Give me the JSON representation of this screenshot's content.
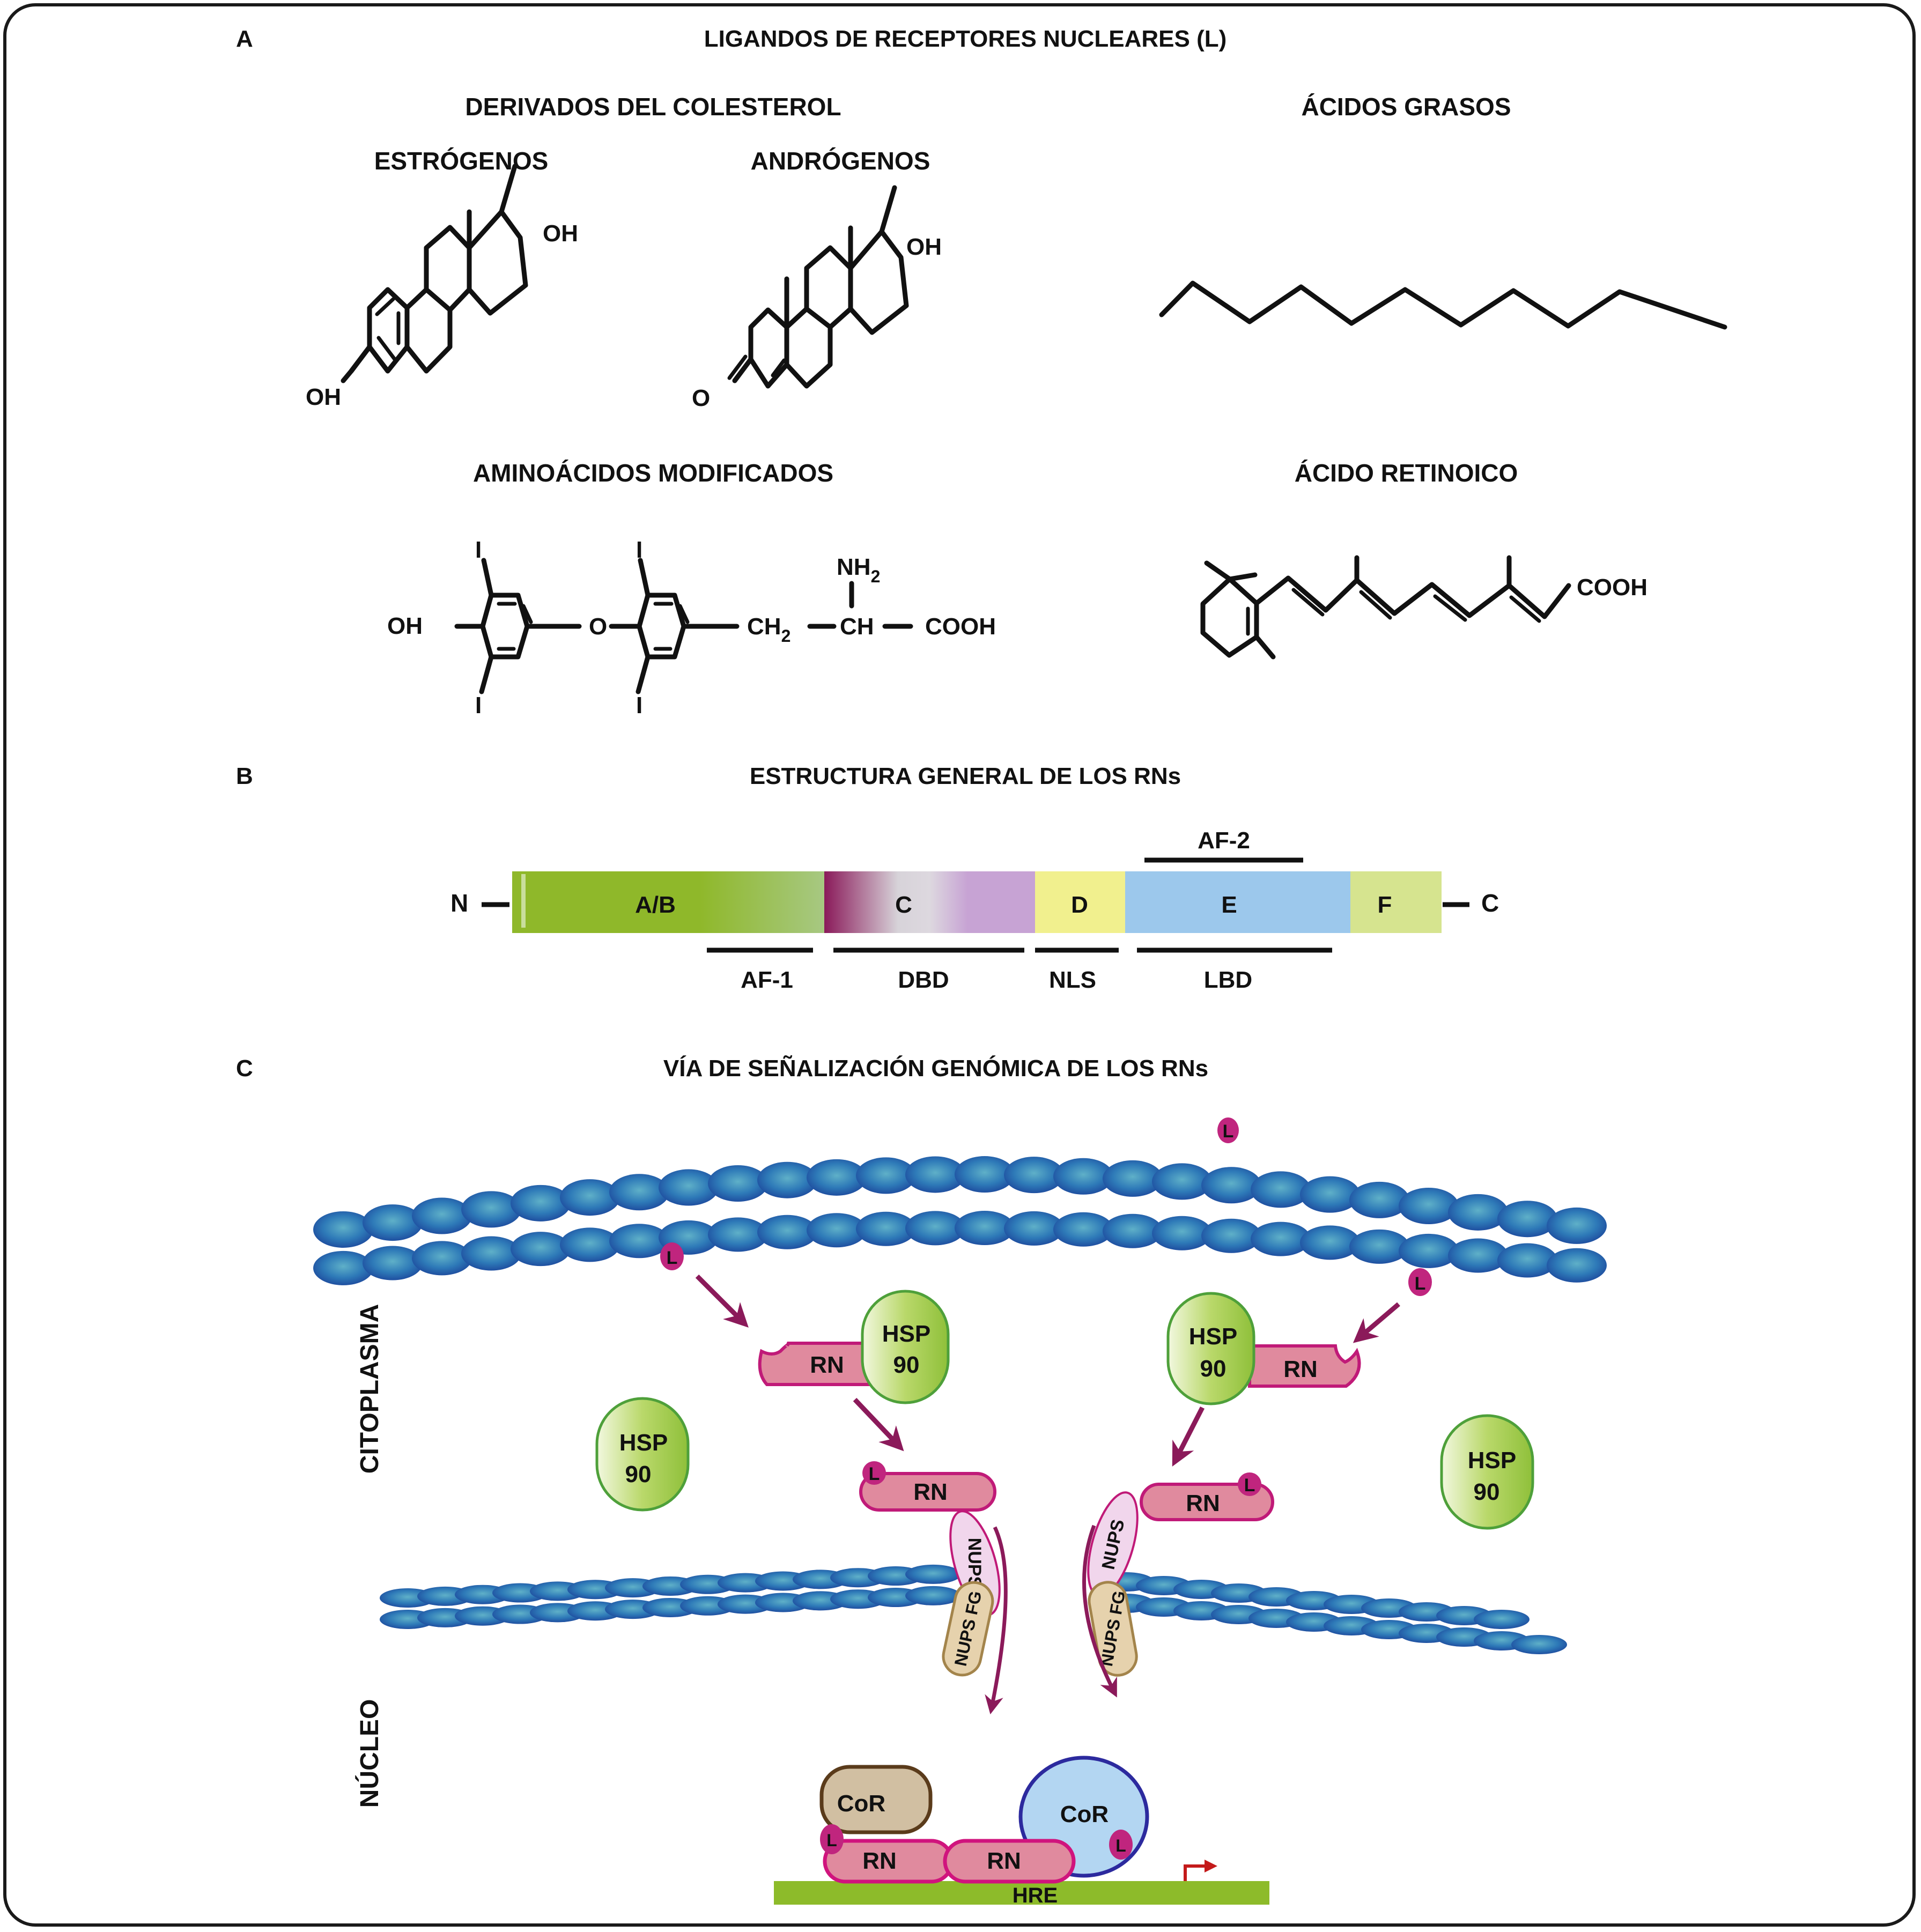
{
  "panel_a": {
    "letter": "A",
    "title": "LIGANDOS DE RECEPTORES NUCLEARES (L)",
    "groups": {
      "cholesterol_derivatives": "DERIVADOS DEL COLESTEROL",
      "estrogens": "ESTRÓGENOS",
      "androgens": "ANDRÓGENOS",
      "fatty_acids": "ÁCIDOS GRASOS",
      "modified_amino_acids": "AMINOÁCIDOS MODIFICADOS",
      "retinoic_acid": "ÁCIDO RETINOICO"
    },
    "atoms": {
      "oh": "OH",
      "o": "O",
      "i": "I",
      "nh": "NH",
      "sub2": "2",
      "ch": "CH",
      "cooh": "COOH"
    }
  },
  "panel_b": {
    "letter": "B",
    "title": "ESTRUCTURA GENERAL DE LOS RNs",
    "n_terminus": "N",
    "c_terminus": "C",
    "domains": [
      {
        "label": "A/B",
        "color": "#8fb82a"
      },
      {
        "label": "C",
        "color": "#c7a3d4"
      },
      {
        "label": "D",
        "color": "#f1f08e"
      },
      {
        "label": "E",
        "color": "#9cc8ec"
      },
      {
        "label": "F",
        "color": "#d6e48f"
      }
    ],
    "top_regions": [
      {
        "label": "AF-2"
      }
    ],
    "bottom_regions": [
      {
        "label": "AF-1"
      },
      {
        "label": "DBD"
      },
      {
        "label": "NLS"
      },
      {
        "label": "LBD"
      }
    ]
  },
  "panel_c": {
    "letter": "C",
    "title": "VÍA DE SEÑALIZACIÓN GENÓMICA DE  LOS RNs",
    "compartments": {
      "cytoplasm": "CITOPLASMA",
      "nucleus": "NÚCLEO"
    },
    "ligand": "L",
    "receptor": "RN",
    "hsp_line1": "HSP",
    "hsp_line2": "90",
    "nups": "NUPS",
    "nups_fg": "NUPS FG",
    "corepressor": "CoR",
    "hre": "HRE",
    "colors": {
      "membrane": "#2f6db5",
      "ligand": "#c0257e",
      "receptor_fill": "#e08a9e",
      "receptor_stroke": "#c01a78",
      "hsp_fill": "#a6cc4a",
      "arrow": "#8b1a5a",
      "hre": "#8dbb2a",
      "start_arrow": "#c41a1a"
    }
  }
}
